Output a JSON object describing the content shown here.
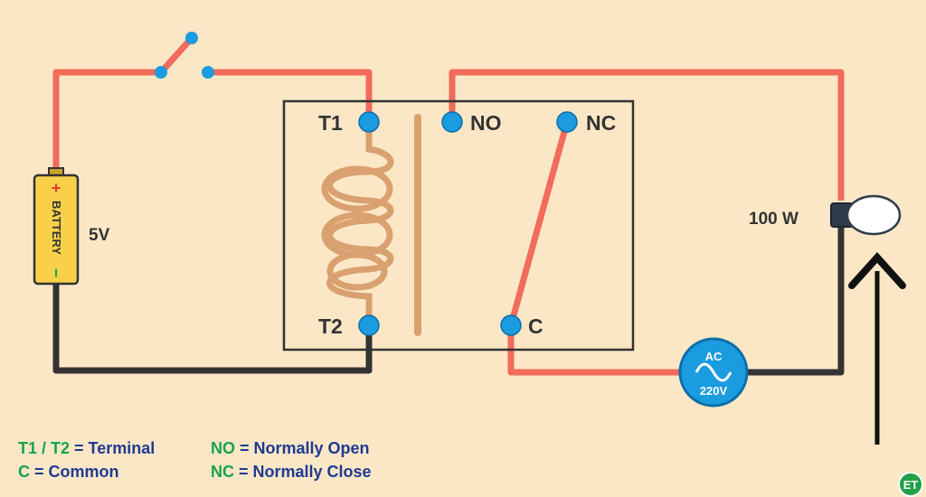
{
  "colors": {
    "background": "#fbe7c6",
    "wire_positive": "#f26b5b",
    "wire_negative": "#333333",
    "terminal": "#1b9be0",
    "coil": "#d9a070",
    "battery_body": "#f8d04a",
    "ac_source": "#1b9be0",
    "legend_key": "#16a34a",
    "legend_text": "#1f3a93"
  },
  "relay": {
    "t1_label": "T1",
    "t2_label": "T2",
    "no_label": "NO",
    "nc_label": "NC",
    "c_label": "C"
  },
  "battery": {
    "label": "BATTERY",
    "plus": "+",
    "minus": "−",
    "voltage": "5V"
  },
  "lamp": {
    "power": "100 W"
  },
  "ac_source": {
    "label_top": "AC",
    "label_bottom": "220V"
  },
  "legend": [
    {
      "key": "T1 / T2",
      "text": " = Terminal"
    },
    {
      "key": "C",
      "text": " = Common"
    },
    {
      "key": "NO",
      "text": " = Normally Open"
    },
    {
      "key": "NC",
      "text": " = Normally Close"
    }
  ],
  "badge": "ET",
  "icons": [
    "switch-icon",
    "battery-icon",
    "coil-icon",
    "lamp-icon",
    "ac-wave-icon",
    "arrow-up-icon"
  ]
}
